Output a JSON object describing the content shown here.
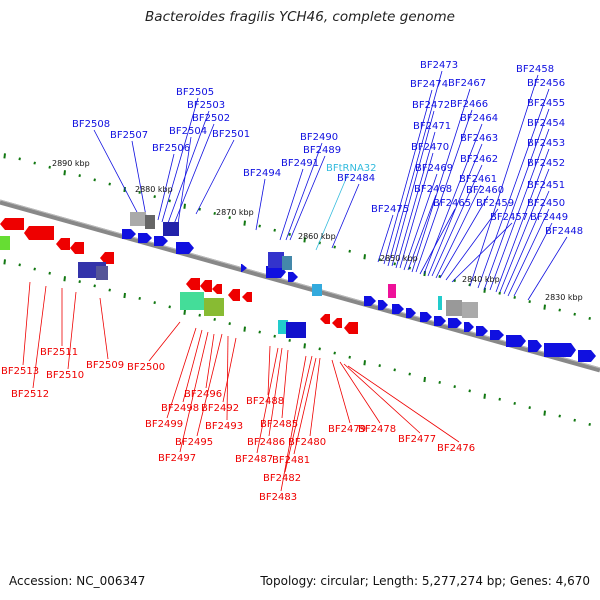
{
  "title": "Bacteroides fragilis YCH46, complete genome",
  "footer": {
    "accession": "Accession: NC_006347",
    "summary": "Topology: circular; Length: 5,277,274 bp; Genes: 4,670"
  },
  "colors": {
    "forward": "#1010e0",
    "reverse": "#ee0000",
    "rna": "#33bbdd",
    "backbone": "#888888",
    "tick": "#117711"
  },
  "scale_labels": [
    "2890 kbp",
    "2880 kbp",
    "2870 kbp",
    "2860 kbp",
    "2850 kbp",
    "2840 kbp",
    "2830 kbp"
  ],
  "forward_genes": [
    "BF2508",
    "BF2507",
    "BF2506",
    "BF2505",
    "BF2503",
    "BF2502",
    "BF2504",
    "BF2501",
    "BF2494",
    "BF2491",
    "BF2490",
    "BF2489",
    "BF2484",
    "BF2475",
    "BF2474",
    "BF2473",
    "BF2472",
    "BF2471",
    "BF2470",
    "BF2469",
    "BF2468",
    "BF2467",
    "BF2466",
    "BF2465",
    "BF2464",
    "BF2463",
    "BF2462",
    "BF2461",
    "BF2460",
    "BF2459",
    "BF2458",
    "BF2457",
    "BF2456",
    "BF2455",
    "BF2454",
    "BF2453",
    "BF2452",
    "BF2451",
    "BF2450",
    "BF2449",
    "BF2448"
  ],
  "rna_genes": [
    "BFtRNA32"
  ],
  "reverse_genes": [
    "BF2513",
    "BF2512",
    "BF2511",
    "BF2510",
    "BF2509",
    "BF2500",
    "BF2499",
    "BF2498",
    "BF2497",
    "BF2496",
    "BF2495",
    "BF2493",
    "BF2492",
    "BF2488",
    "BF2487",
    "BF2486",
    "BF2485",
    "BF2483",
    "BF2482",
    "BF2481",
    "BF2480",
    "BF2479",
    "BF2478",
    "BF2477",
    "BF2476"
  ]
}
